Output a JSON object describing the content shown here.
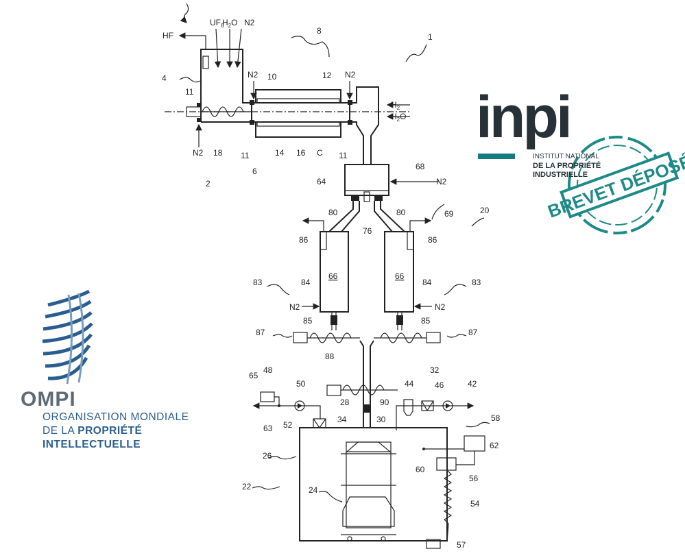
{
  "colors": {
    "ink": "#222222",
    "ompi_blue": "#2a5d8f",
    "ompi_grey": "#5e6b75",
    "inpi_dark": "#263238",
    "inpi_teal": "#127c80"
  },
  "ompi": {
    "acronym": "OMPI",
    "line1": "ORGANISATION MONDIALE",
    "line2_a": "DE LA ",
    "line2_b": "PROPRIÉTÉ",
    "line3": "INTELLECTUELLE"
  },
  "inpi": {
    "logo": "inpi",
    "line1": "INSTITUT NATIONAL",
    "line2": "DE LA PROPRIÉTÉ",
    "line3": "INDUSTRIELLE",
    "stamp": "BREVET DÉPOSÉ"
  },
  "diagram": {
    "labels": {
      "hf": "HF",
      "uf6": "UF",
      "uf6_sub": "6",
      "h2o_top": "H",
      "h2o_top_sub": "2",
      "h2o_top_o": "O",
      "n2_top": "N2",
      "ref8": "8",
      "ref1": "1",
      "ref4": "4",
      "ref11a": "11",
      "n2_a": "N2",
      "ref10": "10",
      "ref12": "12",
      "n2_b": "N2",
      "h2": "H",
      "h2_sub": "2",
      "h2o": "H",
      "h2o_sub": "2",
      "h2o_o": "O",
      "n2_c": "N2",
      "ref18": "18",
      "ref11b": "11",
      "ref6": "6",
      "ref14": "14",
      "ref16": "16",
      "refC": "C",
      "ref11c": "11",
      "ref2": "2",
      "ref68": "68",
      "ref64": "64",
      "n2_d": "N2",
      "ref69": "69",
      "ref80a": "80",
      "ref80b": "80",
      "ref76": "76",
      "ref20": "20",
      "ref86a": "86",
      "ref86b": "86",
      "ref66a": "66",
      "ref66b": "66",
      "ref83a": "83",
      "ref84a": "84",
      "n2_e": "N2",
      "ref84b": "84",
      "ref83b": "83",
      "n2_f": "N2",
      "ref85a": "85",
      "ref85b": "85",
      "ref87a": "87",
      "ref87b": "87",
      "ref88": "88",
      "ref65": "65",
      "ref48": "48",
      "ref50": "50",
      "ref63": "63",
      "ref52": "52",
      "ref28": "28",
      "ref90": "90",
      "ref34": "34",
      "ref30": "30",
      "ref44": "44",
      "ref32": "32",
      "ref46": "46",
      "ref42": "42",
      "ref58": "58",
      "ref26": "26",
      "ref22": "22",
      "ref24": "24",
      "ref60": "60",
      "ref56": "56",
      "ref62": "62",
      "ref54": "54",
      "ref57": "57"
    }
  }
}
